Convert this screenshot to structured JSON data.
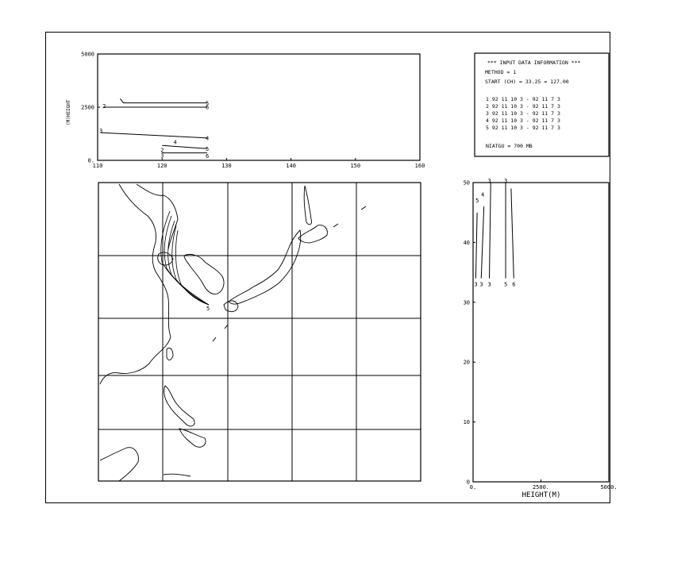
{
  "chart_data": [
    {
      "id": "top",
      "type": "line",
      "ylabel": "(M)HEIGHT",
      "xlim": [
        110,
        160
      ],
      "ylim": [
        0,
        5000
      ],
      "xticks": [
        "110",
        "120",
        "130",
        "140",
        "150",
        "160"
      ],
      "yticks": [
        "0.",
        "2500",
        "5000"
      ],
      "series": [
        {
          "name": "2",
          "points": [
            [
              111,
              2500
            ],
            [
              127,
              2500
            ]
          ]
        },
        {
          "name": "3",
          "points": [
            [
              110.5,
              1300
            ],
            [
              127,
              1050
            ]
          ]
        },
        {
          "name": "4",
          "points": [
            [
              120,
              700
            ],
            [
              127,
              550
            ]
          ]
        },
        {
          "name": "5",
          "points": [
            [
              113.5,
              2900
            ],
            [
              114,
              2700
            ],
            [
              127,
              2700
            ]
          ]
        },
        {
          "name": "6",
          "points": [
            [
              120,
              350
            ],
            [
              127,
              350
            ]
          ]
        }
      ],
      "point_labels": [
        {
          "text": "2",
          "at": [
            111,
            2560
          ]
        },
        {
          "text": "3",
          "at": [
            110.5,
            1400
          ]
        },
        {
          "text": "4",
          "at": [
            127,
            1050
          ]
        },
        {
          "text": "4",
          "at": [
            122,
            850
          ]
        },
        {
          "text": "5",
          "at": [
            127,
            2680
          ]
        },
        {
          "text": "6",
          "at": [
            127,
            2500
          ]
        },
        {
          "text": "5",
          "at": [
            127,
            550
          ]
        },
        {
          "text": "6",
          "at": [
            127,
            200
          ]
        },
        {
          "text": "2",
          "at": [
            120,
            480
          ]
        },
        {
          "text": "3",
          "at": [
            120,
            220
          ]
        }
      ]
    },
    {
      "id": "right",
      "type": "line",
      "xlabel": "HEIGHT(M)",
      "xlim": [
        0,
        5000
      ],
      "ylim": [
        0,
        50
      ],
      "xticks": [
        "0.",
        "2500.",
        "5000."
      ],
      "yticks": [
        "0",
        "10",
        "20",
        "30",
        "40",
        "50"
      ],
      "series": [
        {
          "name": "3",
          "points": [
            [
              100,
              34
            ],
            [
              150,
              45
            ]
          ]
        },
        {
          "name": "4",
          "points": [
            [
              300,
              34
            ],
            [
              400,
              46
            ]
          ]
        },
        {
          "name": "5",
          "points": [
            [
              600,
              34
            ],
            [
              650,
              50
            ]
          ]
        },
        {
          "name": "6",
          "points": [
            [
              1200,
              34
            ],
            [
              1200,
              50
            ]
          ]
        },
        {
          "name": "7",
          "points": [
            [
              1500,
              34
            ],
            [
              1400,
              49
            ]
          ]
        }
      ],
      "point_labels": [
        {
          "text": "3",
          "at": [
            100,
            33
          ]
        },
        {
          "text": "3",
          "at": [
            300,
            33
          ]
        },
        {
          "text": "3",
          "at": [
            600,
            33
          ]
        },
        {
          "text": "5",
          "at": [
            1200,
            33
          ]
        },
        {
          "text": "6",
          "at": [
            1500,
            33
          ]
        },
        {
          "text": "5",
          "at": [
            150,
            47
          ]
        },
        {
          "text": "4",
          "at": [
            350,
            48
          ]
        },
        {
          "text": "3",
          "at": [
            600,
            50.3
          ]
        },
        {
          "text": "3",
          "at": [
            1200,
            50.3
          ]
        }
      ]
    }
  ],
  "map": {
    "point_labels": [
      {
        "text": "5"
      }
    ]
  },
  "info": {
    "title": "*** INPUT DATA INFORMATION ***",
    "method": "METHOD     =   1",
    "start": "START (CH) = 33.25    = 127.00",
    "rows": [
      "1 92 11 10 3  -  92 11  7  3",
      "2 92 11 10 3  -  92 11  7  3",
      "3 92 11 10 3  -  92 11  7  3",
      "4 92 11 10 3  -  92 11  7  3",
      "5 92 11 10 3  -  92 11  7  3"
    ],
    "level": "NIATGU    =  700     MB"
  }
}
